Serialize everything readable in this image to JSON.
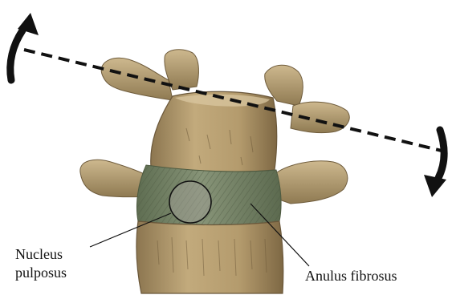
{
  "labels": {
    "nucleus_line1": "Nucleus",
    "nucleus_line2": "pulposus",
    "anulus": "Anulus fibrosus"
  },
  "colors": {
    "bone": "#b39a6e",
    "bone_dark": "#7f6a44",
    "bone_light": "#d7c49c",
    "disc": "#7d8a6a",
    "disc_dark": "#5f6c50",
    "nucleus_fill": "#9a9a90",
    "arrow": "#111111",
    "leader_line": "#111111"
  },
  "icons": {
    "rotation_arrow_left": "curved-arrow-up-icon",
    "rotation_arrow_right": "curved-arrow-down-icon"
  }
}
